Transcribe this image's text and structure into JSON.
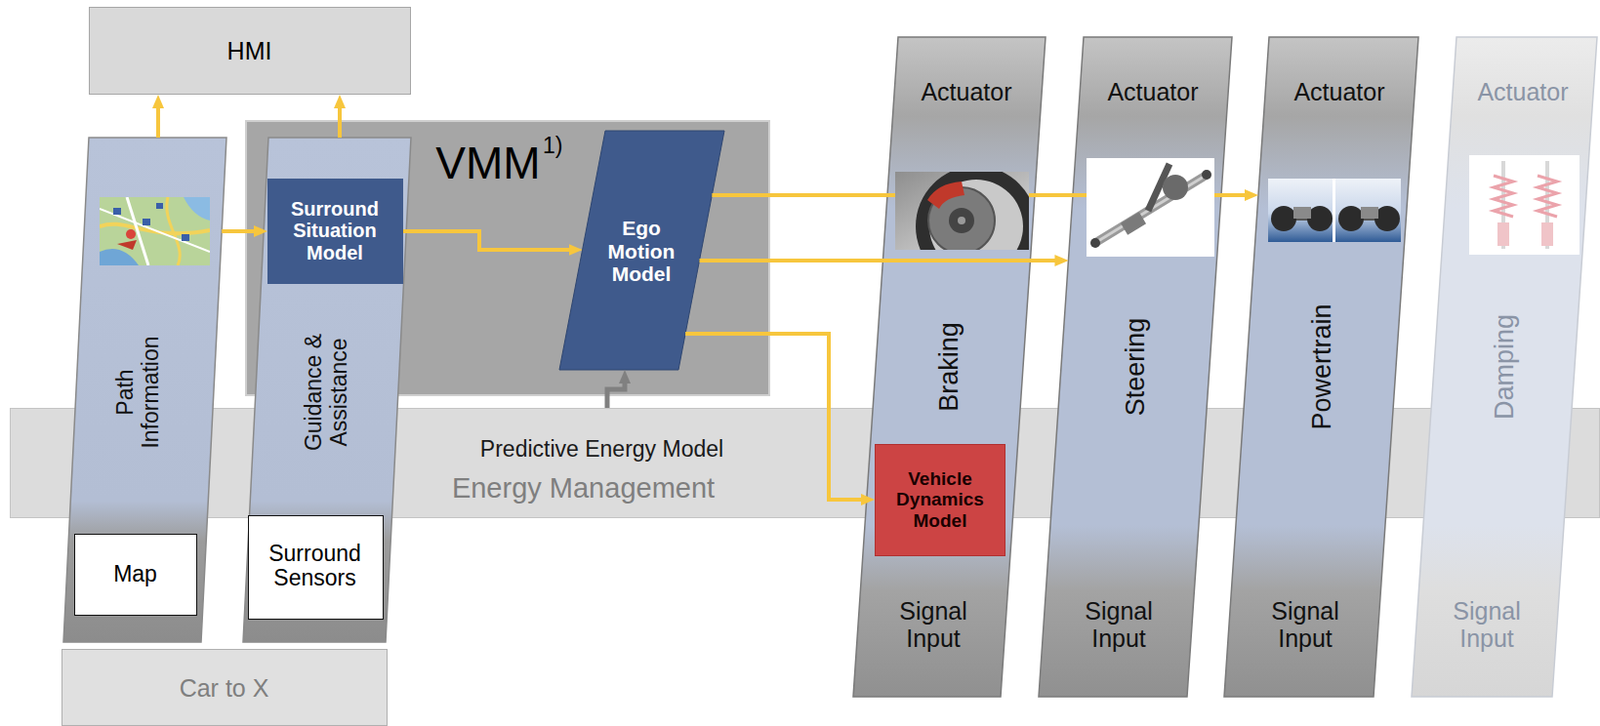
{
  "diagram": {
    "nodes": [
      {
        "text": [
          "HMI"
        ]
      },
      {
        "text": [
          "Predictive Energy Model",
          "Energy Management"
        ]
      },
      {
        "text": [
          "Car to X"
        ]
      },
      {
        "text": [
          "VMM",
          "1)"
        ]
      },
      {
        "text": [
          "Ego Motion Model"
        ],
        "in": 3
      },
      {
        "text": [
          "Path Information"
        ]
      },
      {
        "text": [
          "Map"
        ],
        "in": 5
      },
      {
        "text": [
          "Guidance & Assistance"
        ]
      },
      {
        "text": [
          "Surround Situation Model"
        ],
        "in": 7
      },
      {
        "text": [
          "Surround Sensors"
        ],
        "in": 7
      },
      {
        "text": [
          "Actuator",
          "Braking",
          "Signal Input"
        ]
      },
      {
        "text": [
          "Vehicle Dynamics Model"
        ],
        "in": 10
      },
      {
        "text": [
          "Actuator",
          "Steering",
          "Signal Input"
        ]
      },
      {
        "text": [
          "Actuator",
          "Powertrain",
          "Signal Input"
        ]
      },
      {
        "text": [
          "Actuator",
          "Damping",
          "Signal Input"
        ]
      }
    ],
    "edges": [
      {
        "from": 5,
        "to": 0,
        "arrow": "to"
      },
      {
        "from": 7,
        "to": 0,
        "arrow": "to"
      },
      {
        "from": 5,
        "to": 8,
        "arrow": "to"
      },
      {
        "from": 8,
        "to": 4,
        "arrow": "to"
      },
      {
        "from": 4,
        "to": 13,
        "arrow": "to"
      },
      {
        "from": 4,
        "to": 12,
        "arrow": "to"
      },
      {
        "from": 4,
        "to": 11,
        "arrow": "to"
      },
      {
        "from": 1,
        "to": 4,
        "arrow": "to"
      }
    ]
  }
}
